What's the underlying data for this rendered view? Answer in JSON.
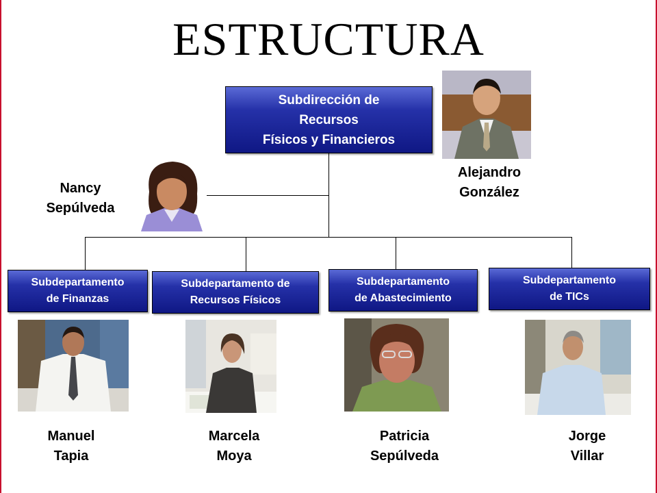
{
  "title": "ESTRUCTURA",
  "top_unit": {
    "label": "Subdirección de\nRecursos\nFísicos y Financieros"
  },
  "subunits": [
    {
      "label": "Subdepartamento\nde Finanzas",
      "person": "Manuel\nTapia"
    },
    {
      "label": "Subdepartamento de\nRecursos Físicos",
      "person": "Marcela\nMoya"
    },
    {
      "label": "Subdepartamento\nde Abastecimiento",
      "person": "Patricia\nSepúlveda"
    },
    {
      "label": "Subdepartamento\nde TICs",
      "person": "Jorge\nVillar"
    }
  ],
  "director": {
    "person": "Alejandro\nGonzález"
  },
  "assistant": {
    "person": "Nancy\nSepúlveda"
  },
  "colors": {
    "box_top": "#5a6ad6",
    "box_mid": "#2531a8",
    "box_bottom": "#0f1784",
    "frame": "#c8102e"
  }
}
